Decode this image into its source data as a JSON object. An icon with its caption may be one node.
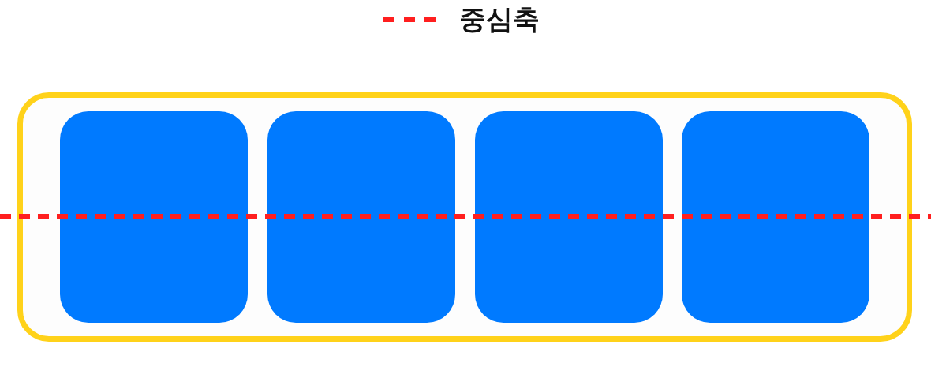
{
  "diagram": {
    "nodes": [
      {
        "text": [],
        "shape": "box"
      },
      {
        "text": [],
        "shape": "box",
        "in": 0
      },
      {
        "text": [],
        "shape": "box",
        "in": 0
      },
      {
        "text": [],
        "shape": "box",
        "in": 0
      },
      {
        "text": [],
        "shape": "box",
        "in": 0
      }
    ],
    "legend": [
      {
        "text": "중심축"
      }
    ]
  }
}
